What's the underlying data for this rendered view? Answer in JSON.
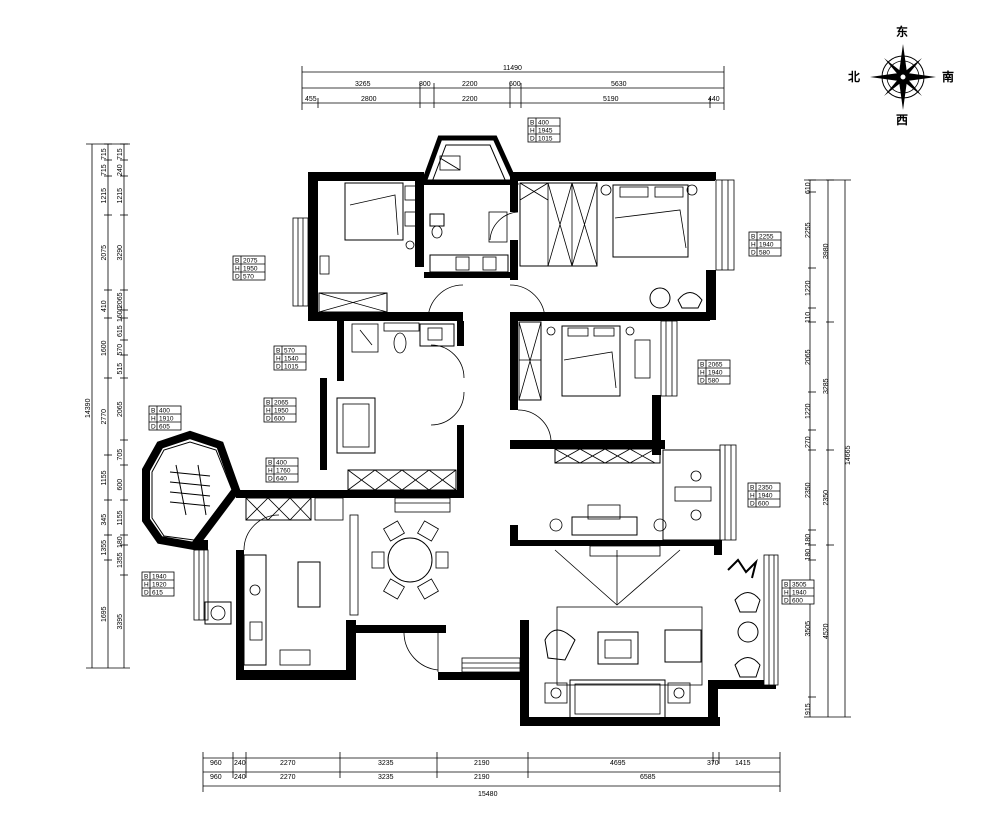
{
  "compass": {
    "north": "北",
    "east": "东",
    "south": "南",
    "west": "西"
  },
  "dims": {
    "top": {
      "overall": "11490",
      "row1": [
        "3265",
        "800",
        "2200",
        "600",
        "5630"
      ],
      "row2": [
        "455",
        "2800",
        "2200",
        "5190",
        "440"
      ]
    },
    "bottom": {
      "row1": [
        "960",
        "240",
        "2270",
        "3235",
        "2190",
        "4695",
        "370",
        "1415"
      ],
      "row2": [
        "960",
        "240",
        "2270",
        "3235",
        "2190",
        "6585"
      ],
      "overall": "15480"
    },
    "left": {
      "overall": "14390",
      "outer": [
        "715",
        "715",
        "1215",
        "2075",
        "410",
        "1600",
        "2770",
        "1155",
        "345",
        "1355",
        "1695"
      ],
      "inner": [
        "715",
        "240",
        "1215",
        "3290",
        "2065",
        "1600",
        "615",
        "570",
        "515",
        "2065",
        "705",
        "600",
        "1155",
        "180",
        "1355",
        "3395"
      ]
    },
    "right": {
      "overall": "14665",
      "outer": [
        "610",
        "2255",
        "1220",
        "110",
        "2065",
        "1220",
        "270",
        "2350",
        "180",
        "180",
        "3505",
        "915"
      ],
      "inner": [
        "3980",
        "3285",
        "2350",
        "4520"
      ]
    }
  },
  "furniture_boxes": [
    {
      "id": "wardrobe-top",
      "lines": [
        [
          "B",
          "400"
        ],
        [
          "H",
          "1945"
        ],
        [
          "D",
          "1015"
        ]
      ]
    },
    {
      "id": "master-bed",
      "lines": [
        [
          "B",
          "2255"
        ],
        [
          "H",
          "1940"
        ],
        [
          "D",
          "580"
        ]
      ]
    },
    {
      "id": "north-bedroom",
      "lines": [
        [
          "B",
          "2075"
        ],
        [
          "H",
          "1950"
        ],
        [
          "D",
          "570"
        ]
      ]
    },
    {
      "id": "bath-cabinet",
      "lines": [
        [
          "B",
          "570"
        ],
        [
          "H",
          "1540"
        ],
        [
          "D",
          "1015"
        ]
      ]
    },
    {
      "id": "middle-bedroom",
      "lines": [
        [
          "B",
          "2065"
        ],
        [
          "H",
          "1940"
        ],
        [
          "D",
          "580"
        ]
      ]
    },
    {
      "id": "study",
      "lines": [
        [
          "B",
          "2065"
        ],
        [
          "H",
          "1950"
        ],
        [
          "D",
          "600"
        ]
      ]
    },
    {
      "id": "bay-room",
      "lines": [
        [
          "B",
          "400"
        ],
        [
          "H",
          "1910"
        ],
        [
          "D",
          "605"
        ]
      ]
    },
    {
      "id": "shoe-cabinet",
      "lines": [
        [
          "B",
          "400"
        ],
        [
          "H",
          "1760"
        ],
        [
          "D",
          "640"
        ]
      ]
    },
    {
      "id": "balcony-cabinet",
      "lines": [
        [
          "B",
          "2350"
        ],
        [
          "H",
          "1940"
        ],
        [
          "D",
          "600"
        ]
      ]
    },
    {
      "id": "kitchen",
      "lines": [
        [
          "B",
          "1940"
        ],
        [
          "H",
          "1920"
        ],
        [
          "D",
          "615"
        ]
      ]
    },
    {
      "id": "living",
      "lines": [
        [
          "B",
          "3505"
        ],
        [
          "H",
          "1940"
        ],
        [
          "D",
          "600"
        ]
      ]
    }
  ]
}
